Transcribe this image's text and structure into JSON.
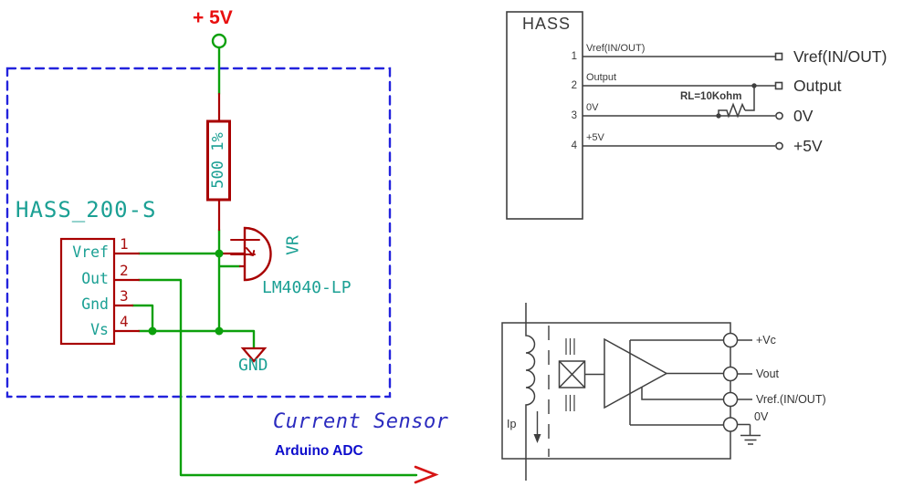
{
  "left_schematic": {
    "power_flag": "+ 5V",
    "component_name": "HASS_200-S",
    "resistor": {
      "value": "500 1%"
    },
    "regulator": {
      "ref": "VR",
      "part": "LM4040-LP"
    },
    "ground_label": "GND",
    "pins": [
      {
        "number": "1",
        "name": "Vref"
      },
      {
        "number": "2",
        "name": "Out"
      },
      {
        "number": "3",
        "name": "Gnd"
      },
      {
        "number": "4",
        "name": "Vs"
      }
    ],
    "caption": {
      "title": "Current Sensor",
      "subtitle": "Arduino ADC"
    },
    "colors": {
      "wire": "#0ca00c",
      "outline": "#a80000",
      "label": "#1ba094",
      "selection_box": "#2323dd",
      "power_text": "#e80f0f",
      "caption_title": "#2b2bbf",
      "caption_subtitle": "#0d0dcc"
    }
  },
  "pinout_diagram": {
    "title": "HASS",
    "load_resistor_label": "RL=10Kohm",
    "pins": [
      {
        "number": "1",
        "line_label": "Vref(IN/OUT)",
        "terminal_label": "Vref(IN/OUT)"
      },
      {
        "number": "2",
        "line_label": "Output",
        "terminal_label": "Output"
      },
      {
        "number": "3",
        "line_label": "0V",
        "terminal_label": "0V"
      },
      {
        "number": "4",
        "line_label": "+5V",
        "terminal_label": "+5V"
      }
    ]
  },
  "block_diagram": {
    "primary_current_label": "Ip",
    "terminals": [
      {
        "label": "+Vc"
      },
      {
        "label": "Vout"
      },
      {
        "label": "Vref.(IN/OUT)"
      },
      {
        "label": "0V"
      }
    ]
  }
}
